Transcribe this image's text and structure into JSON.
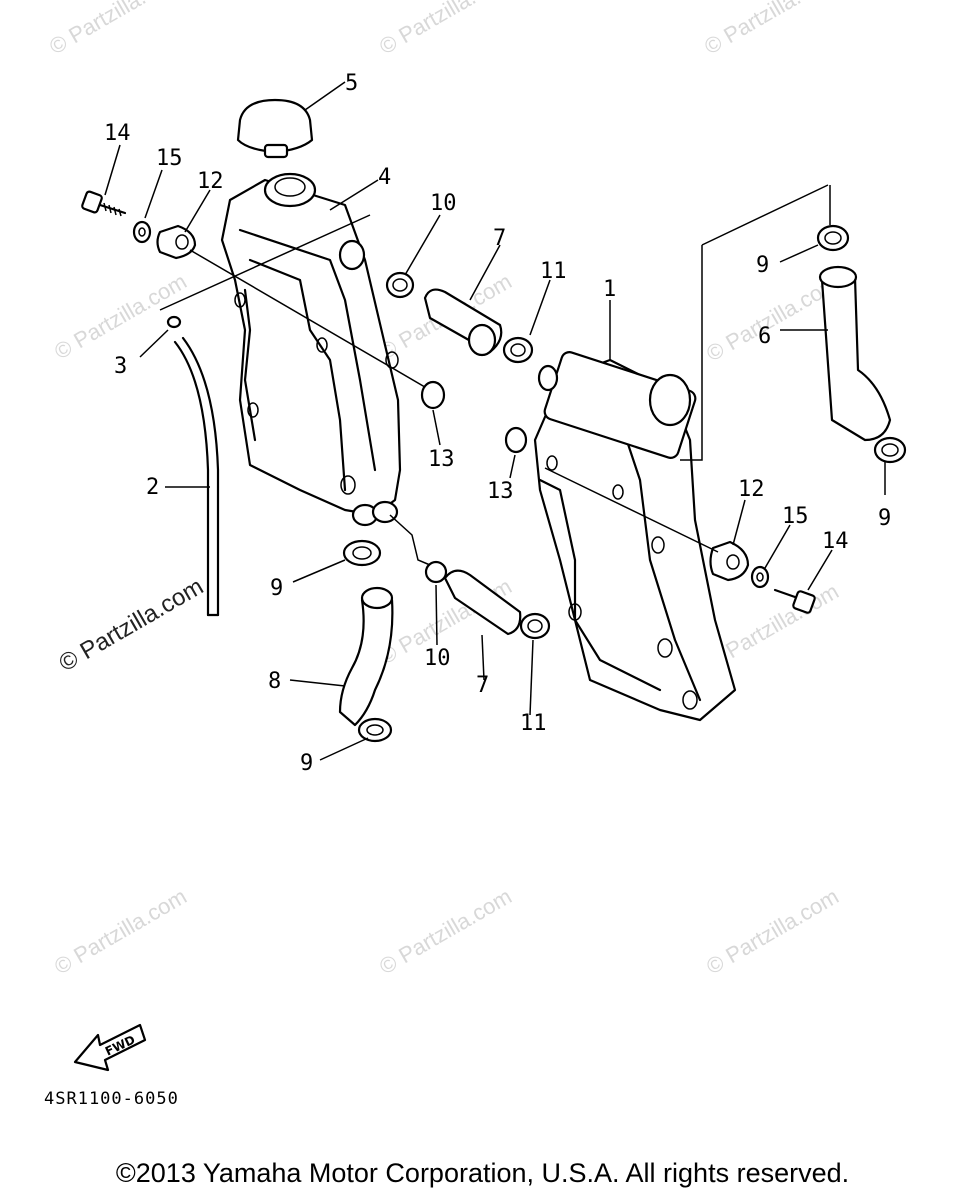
{
  "watermarks": {
    "small": "© Partzilla.com",
    "large": "© Partzilla.com"
  },
  "callouts": {
    "c1": "1",
    "c2": "2",
    "c3": "3",
    "c4": "4",
    "c5": "5",
    "c6": "6",
    "c7a": "7",
    "c7b": "7",
    "c8": "8",
    "c9a": "9",
    "c9b": "9",
    "c9c": "9",
    "c9d": "9",
    "c10a": "10",
    "c10b": "10",
    "c11a": "11",
    "c11b": "11",
    "c12a": "12",
    "c12b": "12",
    "c13a": "13",
    "c13b": "13",
    "c14a": "14",
    "c14b": "14",
    "c15a": "15",
    "c15b": "15"
  },
  "fwd_label": "FWD",
  "diagram_code": "4SR1100-6050",
  "copyright": "©2013 Yamaha Motor Corporation, U.S.A. All rights reserved."
}
